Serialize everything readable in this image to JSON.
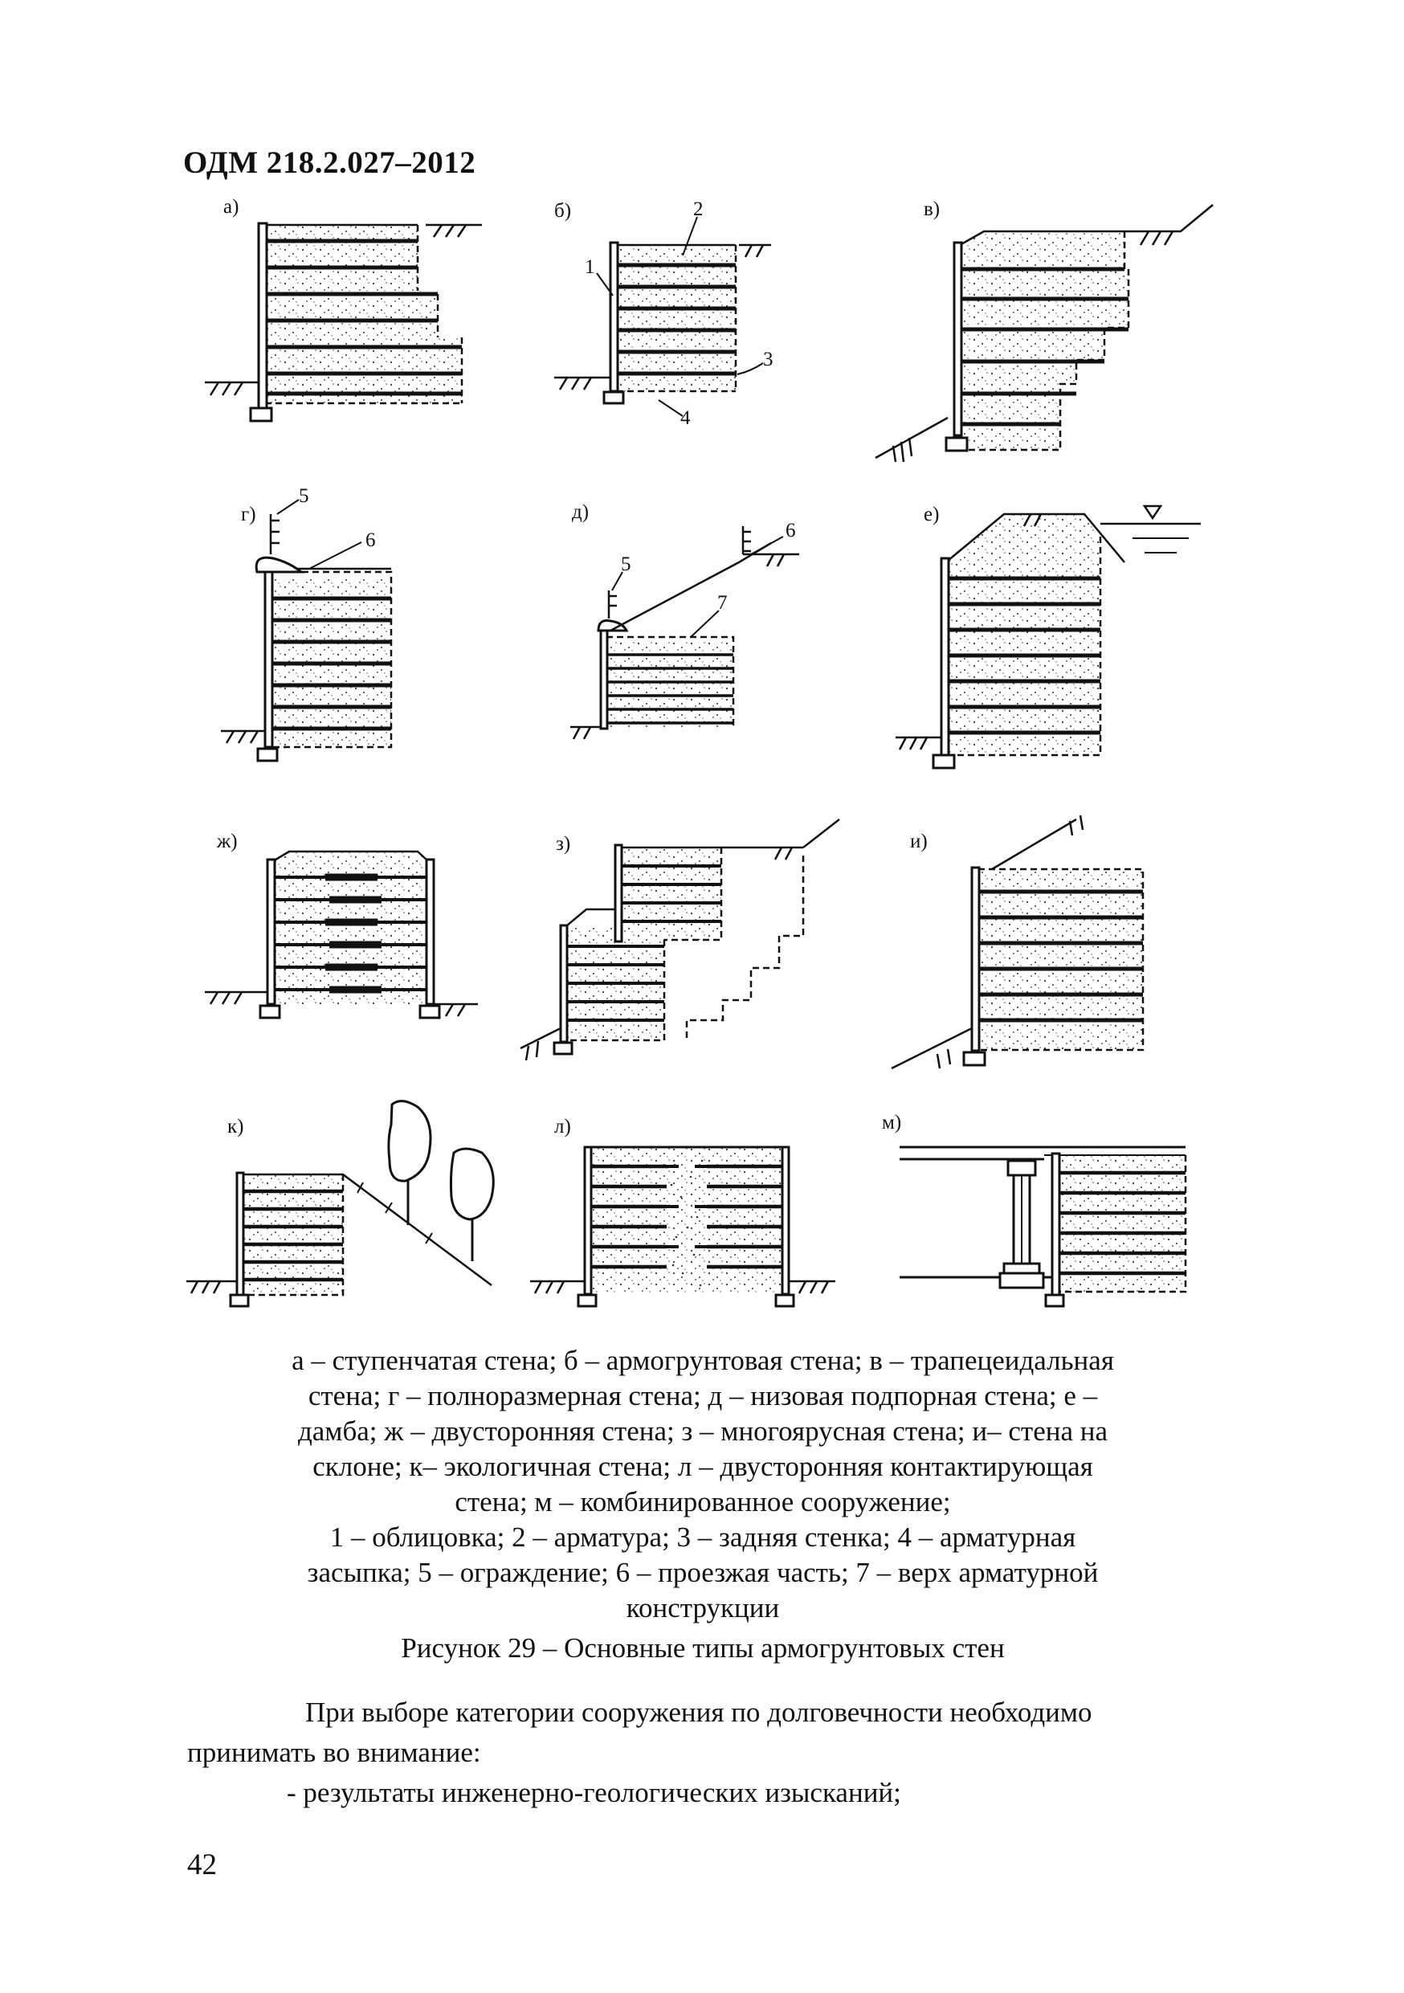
{
  "header": {
    "doc_id": "ОДМ 218.2.027–2012"
  },
  "figure": {
    "panels": [
      {
        "label": "а)"
      },
      {
        "label": "б)"
      },
      {
        "label": "в)"
      },
      {
        "label": "г)"
      },
      {
        "label": "д)"
      },
      {
        "label": "е)"
      },
      {
        "label": "ж)"
      },
      {
        "label": "з)"
      },
      {
        "label": "и)"
      },
      {
        "label": "к)"
      },
      {
        "label": "л)"
      },
      {
        "label": "м)"
      }
    ],
    "callouts": {
      "b1": "1",
      "b2": "2",
      "b3": "3",
      "b4": "4",
      "g5": "5",
      "g6": "6",
      "d5": "5",
      "d6": "6",
      "d7": "7"
    }
  },
  "caption": {
    "lines": [
      "а – ступенчатая стена; б – армогрунтовая стена; в – трапецеидальная",
      "стена; г – полноразмерная стена; д – низовая подпорная стена; е –",
      "дамба; ж – двусторонняя стена; з – многоярусная стена; и– стена на",
      "склоне; к– экологичная стена; л – двусторонняя контактирующая",
      "стена; м – комбинированное сооружение;",
      "1 – облицовка; 2 – арматура; 3 – задняя стенка; 4 – арматурная",
      "засыпка; 5 – ограждение; 6 – проезжая часть; 7 – верх арматурной",
      "конструкции"
    ],
    "figure_title": "Рисунок 29 – Основные типы армогрунтовых стен"
  },
  "body": {
    "para_line1": "При выборе категории сооружения по долговечности необходимо",
    "para_line2": "принимать во внимание:",
    "bullet1": "- результаты инженерно-геологических изысканий;"
  },
  "page_number": "42"
}
